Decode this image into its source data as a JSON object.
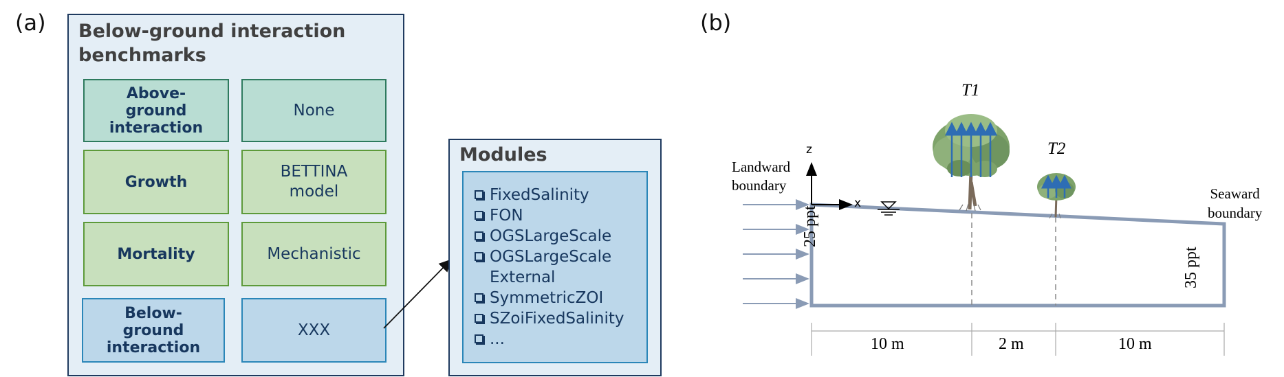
{
  "panel_a": {
    "label": "(a)",
    "benchmarks": {
      "title_line1": "Below-ground interaction",
      "title_line2": "benchmarks",
      "rows": [
        {
          "left": [
            "Above-",
            "ground",
            "interaction"
          ],
          "right": [
            "None"
          ],
          "color": "#b9ddd3"
        },
        {
          "left": [
            "Growth"
          ],
          "right": [
            "BETTINA",
            "model"
          ],
          "color": "#c8e0bd"
        },
        {
          "left": [
            "Mortality"
          ],
          "right": [
            "Mechanistic"
          ],
          "color": "#c8e0bd"
        },
        {
          "left": [
            "Below-",
            "ground",
            "interaction"
          ],
          "right": [
            "XXX"
          ],
          "color": "#bcd7ea"
        }
      ]
    },
    "modules": {
      "title": "Modules",
      "items": [
        "FixedSalinity",
        "FON",
        "OGSLargeScale",
        "OGSLargeScale External",
        "SymmetricZOI",
        "SZoiFixedSalinity",
        "..."
      ]
    }
  },
  "panel_b": {
    "label": "(b)",
    "tree1_label": "T1",
    "tree2_label": "T2",
    "axis_z": "z",
    "axis_x": "x",
    "landward_line1": "Landward",
    "landward_line2": "boundary",
    "seaward_line1": "Seaward",
    "seaward_line2": "boundary",
    "left_salinity": "25 ppt",
    "right_salinity": "35 ppt",
    "dims": [
      "10 m",
      "2 m",
      "10 m"
    ],
    "colors": {
      "domain": "#8a9bb5",
      "flow_arrow": "#8a9bb5",
      "tree_arrow": "#2e6db4"
    }
  }
}
